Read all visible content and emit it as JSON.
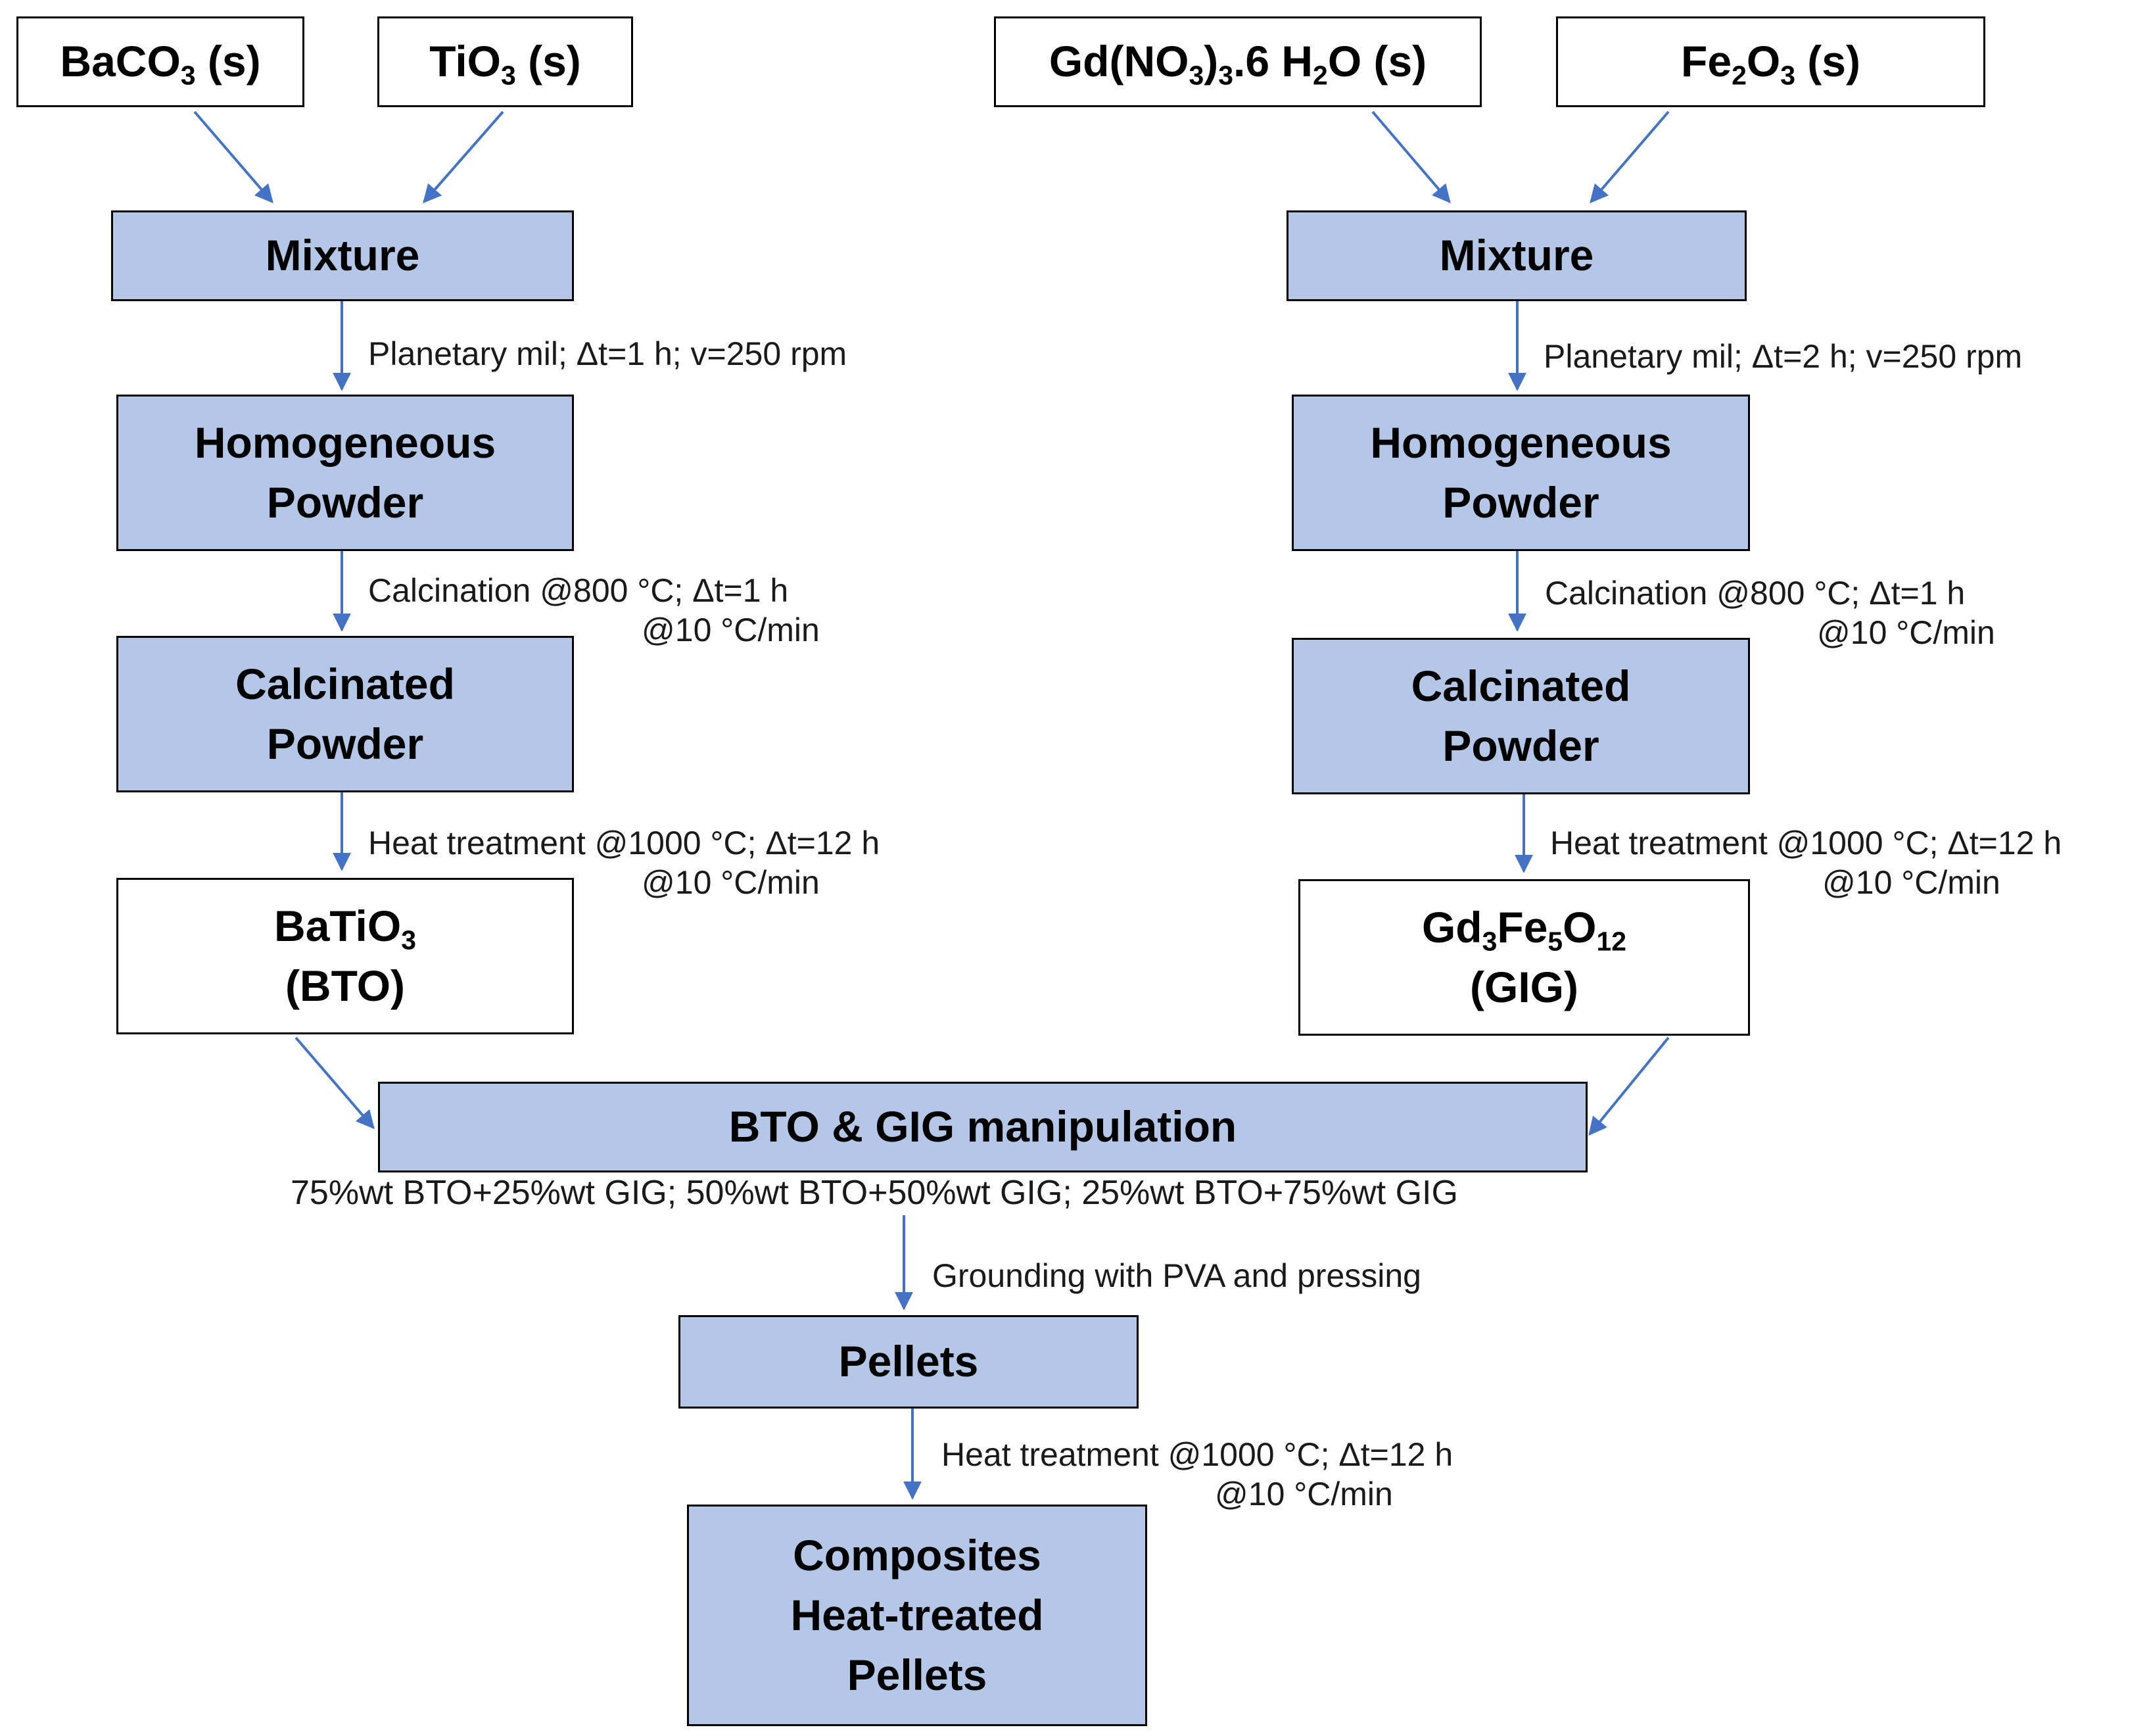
{
  "colors": {
    "process_fill": "#b4c7e7",
    "arrow": "#4472c4",
    "border": "#000000"
  },
  "left_branch": {
    "inputs": [
      {
        "main": "BaCO",
        "sub": "3",
        "tail": " (s)"
      },
      {
        "main": "TiO",
        "sub": "3",
        "tail": " (s)"
      }
    ],
    "mixture": "Mixture",
    "step1": "Planetary mil; Δt=1 h; v=250  rpm",
    "homogeneous": [
      "Homogeneous",
      "Powder"
    ],
    "step2": [
      "Calcination @800 °C; Δt=1  h",
      "@10 °C/min"
    ],
    "calcinated": [
      "Calcinated",
      "Powder"
    ],
    "step3": [
      "Heat treatment @1000 °C; Δt=12  h",
      "@10 °C/min"
    ],
    "product": {
      "main": "BaTiO",
      "sub": "3",
      "abbr": "(BTO)"
    }
  },
  "right_branch": {
    "inputs": [
      {
        "p1": "Gd(NO",
        "s1": "3",
        "p2": ")",
        "s2": "3",
        "p3": ".6 H",
        "s3": "2",
        "p4": "O (s)"
      },
      {
        "p1": "Fe",
        "s1": "2",
        "p2": "O",
        "s2": "3",
        "p3": " (s)"
      }
    ],
    "mixture": "Mixture",
    "step1": "Planetary mil; Δt=2 h; v=250  rpm",
    "homogeneous": [
      "Homogeneous",
      "Powder"
    ],
    "step2": [
      "Calcination @800 °C; Δt=1  h",
      "@10 °C/min"
    ],
    "calcinated": [
      "Calcinated",
      "Powder"
    ],
    "step3": [
      "Heat treatment @1000 °C; Δt=12  h",
      "@10 °C/min"
    ],
    "product": {
      "p1": "Gd",
      "s1": "3",
      "p2": "Fe",
      "s2": "5",
      "p3": "O",
      "s3": "12",
      "abbr": "(GIG)"
    }
  },
  "merge": {
    "title": "BTO & GIG manipulation",
    "ratios": "75%wt  BTO+25%wt GIG; 50%wt  BTO+50%wt GIG;  25%wt  BTO+75%wt GIG",
    "step": "Grounding with PVA and pressing",
    "pellets": "Pellets",
    "step2": [
      "Heat treatment @1000 °C; Δt=12  h",
      "@10 °C/min"
    ],
    "final": [
      "Composites",
      "Heat-treated",
      "Pellets"
    ]
  }
}
